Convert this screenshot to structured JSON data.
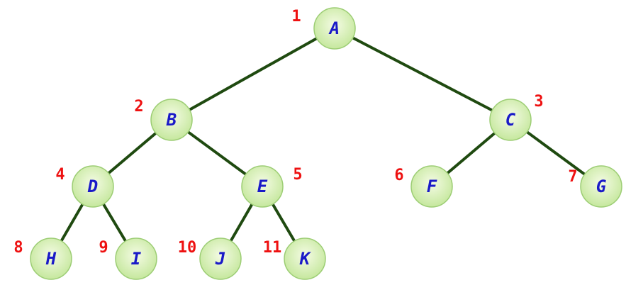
{
  "colors": {
    "edge": "#1f4a10",
    "node_fill_center": "#f4fbe4",
    "node_fill_edge": "#c4e79b",
    "node_stroke": "#9ccd74",
    "node_text": "#1a1ac8",
    "index_text": "#ee1111"
  },
  "tree": {
    "nodes": [
      {
        "id": "A",
        "label": "A",
        "index": "1"
      },
      {
        "id": "B",
        "label": "B",
        "index": "2"
      },
      {
        "id": "C",
        "label": "C",
        "index": "3"
      },
      {
        "id": "D",
        "label": "D",
        "index": "4"
      },
      {
        "id": "E",
        "label": "E",
        "index": "5"
      },
      {
        "id": "F",
        "label": "F",
        "index": "6"
      },
      {
        "id": "G",
        "label": "G",
        "index": "7"
      },
      {
        "id": "H",
        "label": "H",
        "index": "8"
      },
      {
        "id": "I",
        "label": "I",
        "index": "9"
      },
      {
        "id": "J",
        "label": "J",
        "index": "10"
      },
      {
        "id": "K",
        "label": "K",
        "index": "11"
      }
    ],
    "edges": [
      {
        "from": "A",
        "to": "B"
      },
      {
        "from": "A",
        "to": "C"
      },
      {
        "from": "B",
        "to": "D"
      },
      {
        "from": "B",
        "to": "E"
      },
      {
        "from": "C",
        "to": "F"
      },
      {
        "from": "C",
        "to": "G"
      },
      {
        "from": "D",
        "to": "H"
      },
      {
        "from": "D",
        "to": "I"
      },
      {
        "from": "E",
        "to": "J"
      },
      {
        "from": "E",
        "to": "K"
      }
    ]
  }
}
